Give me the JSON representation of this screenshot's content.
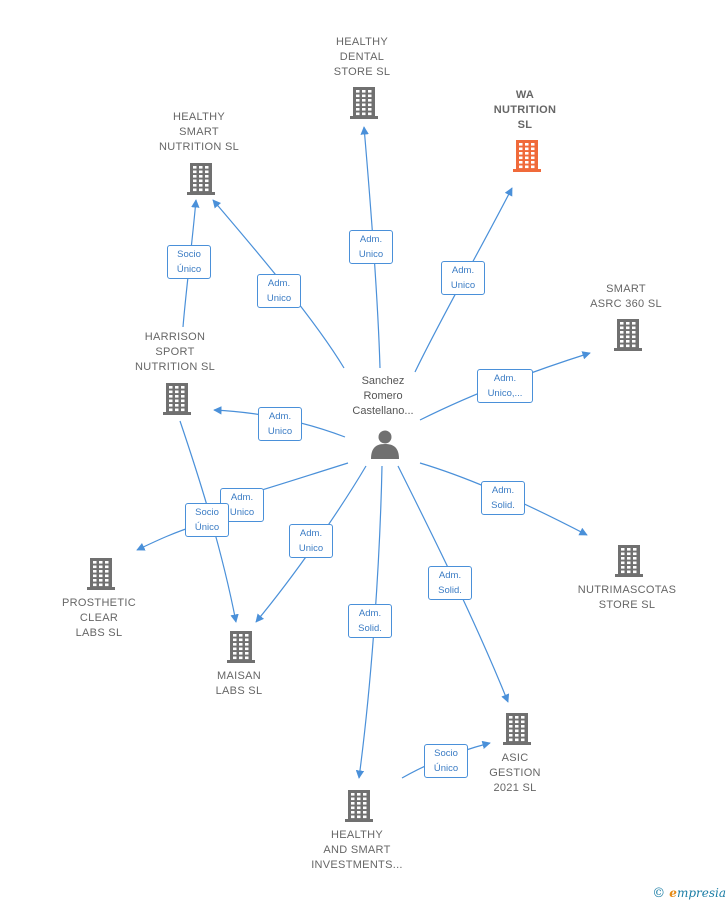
{
  "colors": {
    "edge": "#4a90d9",
    "building": "#707070",
    "highlight": "#f06a3a",
    "person": "#707070"
  },
  "center": {
    "label": "Sanchez\nRomero\nCastellano..."
  },
  "companies": [
    {
      "id": "healthy_dental",
      "label": "HEALTHY\nDENTAL\nSTORE  SL",
      "highlight": false
    },
    {
      "id": "wa_nutrition",
      "label": "WA\nNUTRITION\nSL",
      "highlight": true
    },
    {
      "id": "healthy_smart_nutrition",
      "label": "HEALTHY\nSMART\nNUTRITION  SL",
      "highlight": false
    },
    {
      "id": "smart_asrc",
      "label": "SMART\nASRC 360  SL",
      "highlight": false
    },
    {
      "id": "harrison",
      "label": "HARRISON\nSPORT\nNUTRITION SL",
      "highlight": false
    },
    {
      "id": "nutrimascotas",
      "label": "NUTRIMASCOTAS\nSTORE SL",
      "highlight": false
    },
    {
      "id": "prosthetic",
      "label": "PROSTHETIC\nCLEAR\nLABS  SL",
      "highlight": false
    },
    {
      "id": "maisan",
      "label": "MAISAN\nLABS  SL",
      "highlight": false
    },
    {
      "id": "asic",
      "label": "ASIC\nGESTION\n2021  SL",
      "highlight": false
    },
    {
      "id": "healthy_smart_inv",
      "label": "HEALTHY\nAND SMART\nINVESTMENTS...",
      "highlight": false
    }
  ],
  "relations": [
    {
      "id": "r1",
      "label": "Adm.\nUnico"
    },
    {
      "id": "r2",
      "label": "Adm.\nUnico"
    },
    {
      "id": "r3",
      "label": "Adm.\nUnico"
    },
    {
      "id": "r4",
      "label": "Socio\nÚnico"
    },
    {
      "id": "r5",
      "label": "Adm.\nUnico,..."
    },
    {
      "id": "r6",
      "label": "Adm.\nUnico"
    },
    {
      "id": "r7",
      "label": "Adm.\nUnico"
    },
    {
      "id": "r8",
      "label": "Socio\nÚnico"
    },
    {
      "id": "r9",
      "label": "Adm.\nSolid."
    },
    {
      "id": "r10",
      "label": "Adm.\nUnico"
    },
    {
      "id": "r11",
      "label": "Adm.\nSolid."
    },
    {
      "id": "r12",
      "label": "Adm.\nSolid."
    },
    {
      "id": "r13",
      "label": "Socio\nÚnico"
    }
  ],
  "brand": {
    "copyright": "©",
    "first_letter": "e",
    "rest": "mpresia"
  }
}
